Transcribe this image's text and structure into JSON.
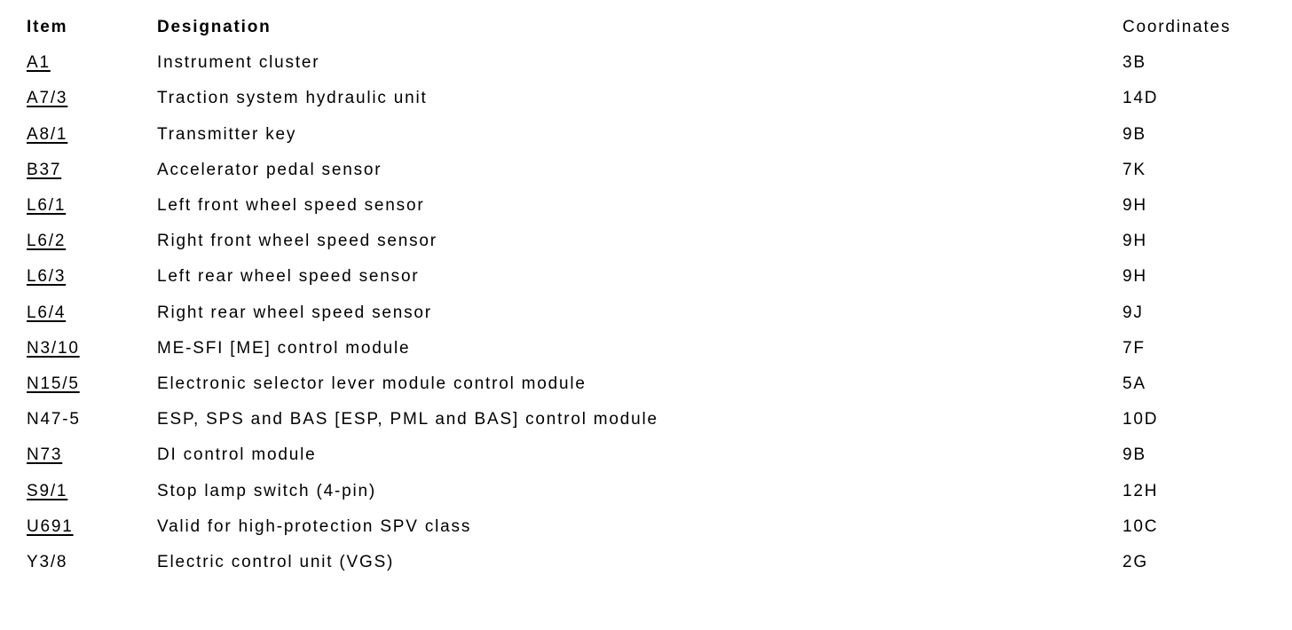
{
  "table": {
    "headers": {
      "item": "Item",
      "designation": "Designation",
      "coordinates": "Coordinates"
    },
    "rows": [
      {
        "item": "A1",
        "designation": "Instrument cluster",
        "coordinates": "3B",
        "linked": true
      },
      {
        "item": "A7/3",
        "designation": "Traction system hydraulic unit",
        "coordinates": "14D",
        "linked": true
      },
      {
        "item": "A8/1",
        "designation": "Transmitter key",
        "coordinates": "9B",
        "linked": true
      },
      {
        "item": "B37",
        "designation": "Accelerator pedal sensor",
        "coordinates": "7K",
        "linked": true
      },
      {
        "item": "L6/1",
        "designation": "Left front wheel speed sensor",
        "coordinates": "9H",
        "linked": true
      },
      {
        "item": "L6/2",
        "designation": "Right front wheel speed sensor",
        "coordinates": "9H",
        "linked": true
      },
      {
        "item": "L6/3",
        "designation": "Left rear wheel speed sensor",
        "coordinates": "9H",
        "linked": true
      },
      {
        "item": "L6/4",
        "designation": "Right rear wheel speed sensor",
        "coordinates": "9J",
        "linked": true
      },
      {
        "item": "N3/10",
        "designation": "ME-SFI [ME] control module",
        "coordinates": "7F",
        "linked": true
      },
      {
        "item": "N15/5",
        "designation": "Electronic selector lever module control module",
        "coordinates": "5A",
        "linked": true
      },
      {
        "item": "N47-5",
        "designation": "ESP, SPS and BAS [ESP, PML and BAS] control module",
        "coordinates": "10D",
        "linked": false
      },
      {
        "item": "N73",
        "designation": "DI control module",
        "coordinates": "9B",
        "linked": true
      },
      {
        "item": "S9/1",
        "designation": "Stop lamp switch (4-pin)",
        "coordinates": "12H",
        "linked": true
      },
      {
        "item": "U691",
        "designation": "Valid for high-protection SPV class",
        "coordinates": "10C",
        "linked": true
      },
      {
        "item": "Y3/8",
        "designation": "Electric control unit (VGS)",
        "coordinates": "2G",
        "linked": false
      }
    ]
  },
  "colors": {
    "text": "#000000",
    "background": "#ffffff"
  }
}
